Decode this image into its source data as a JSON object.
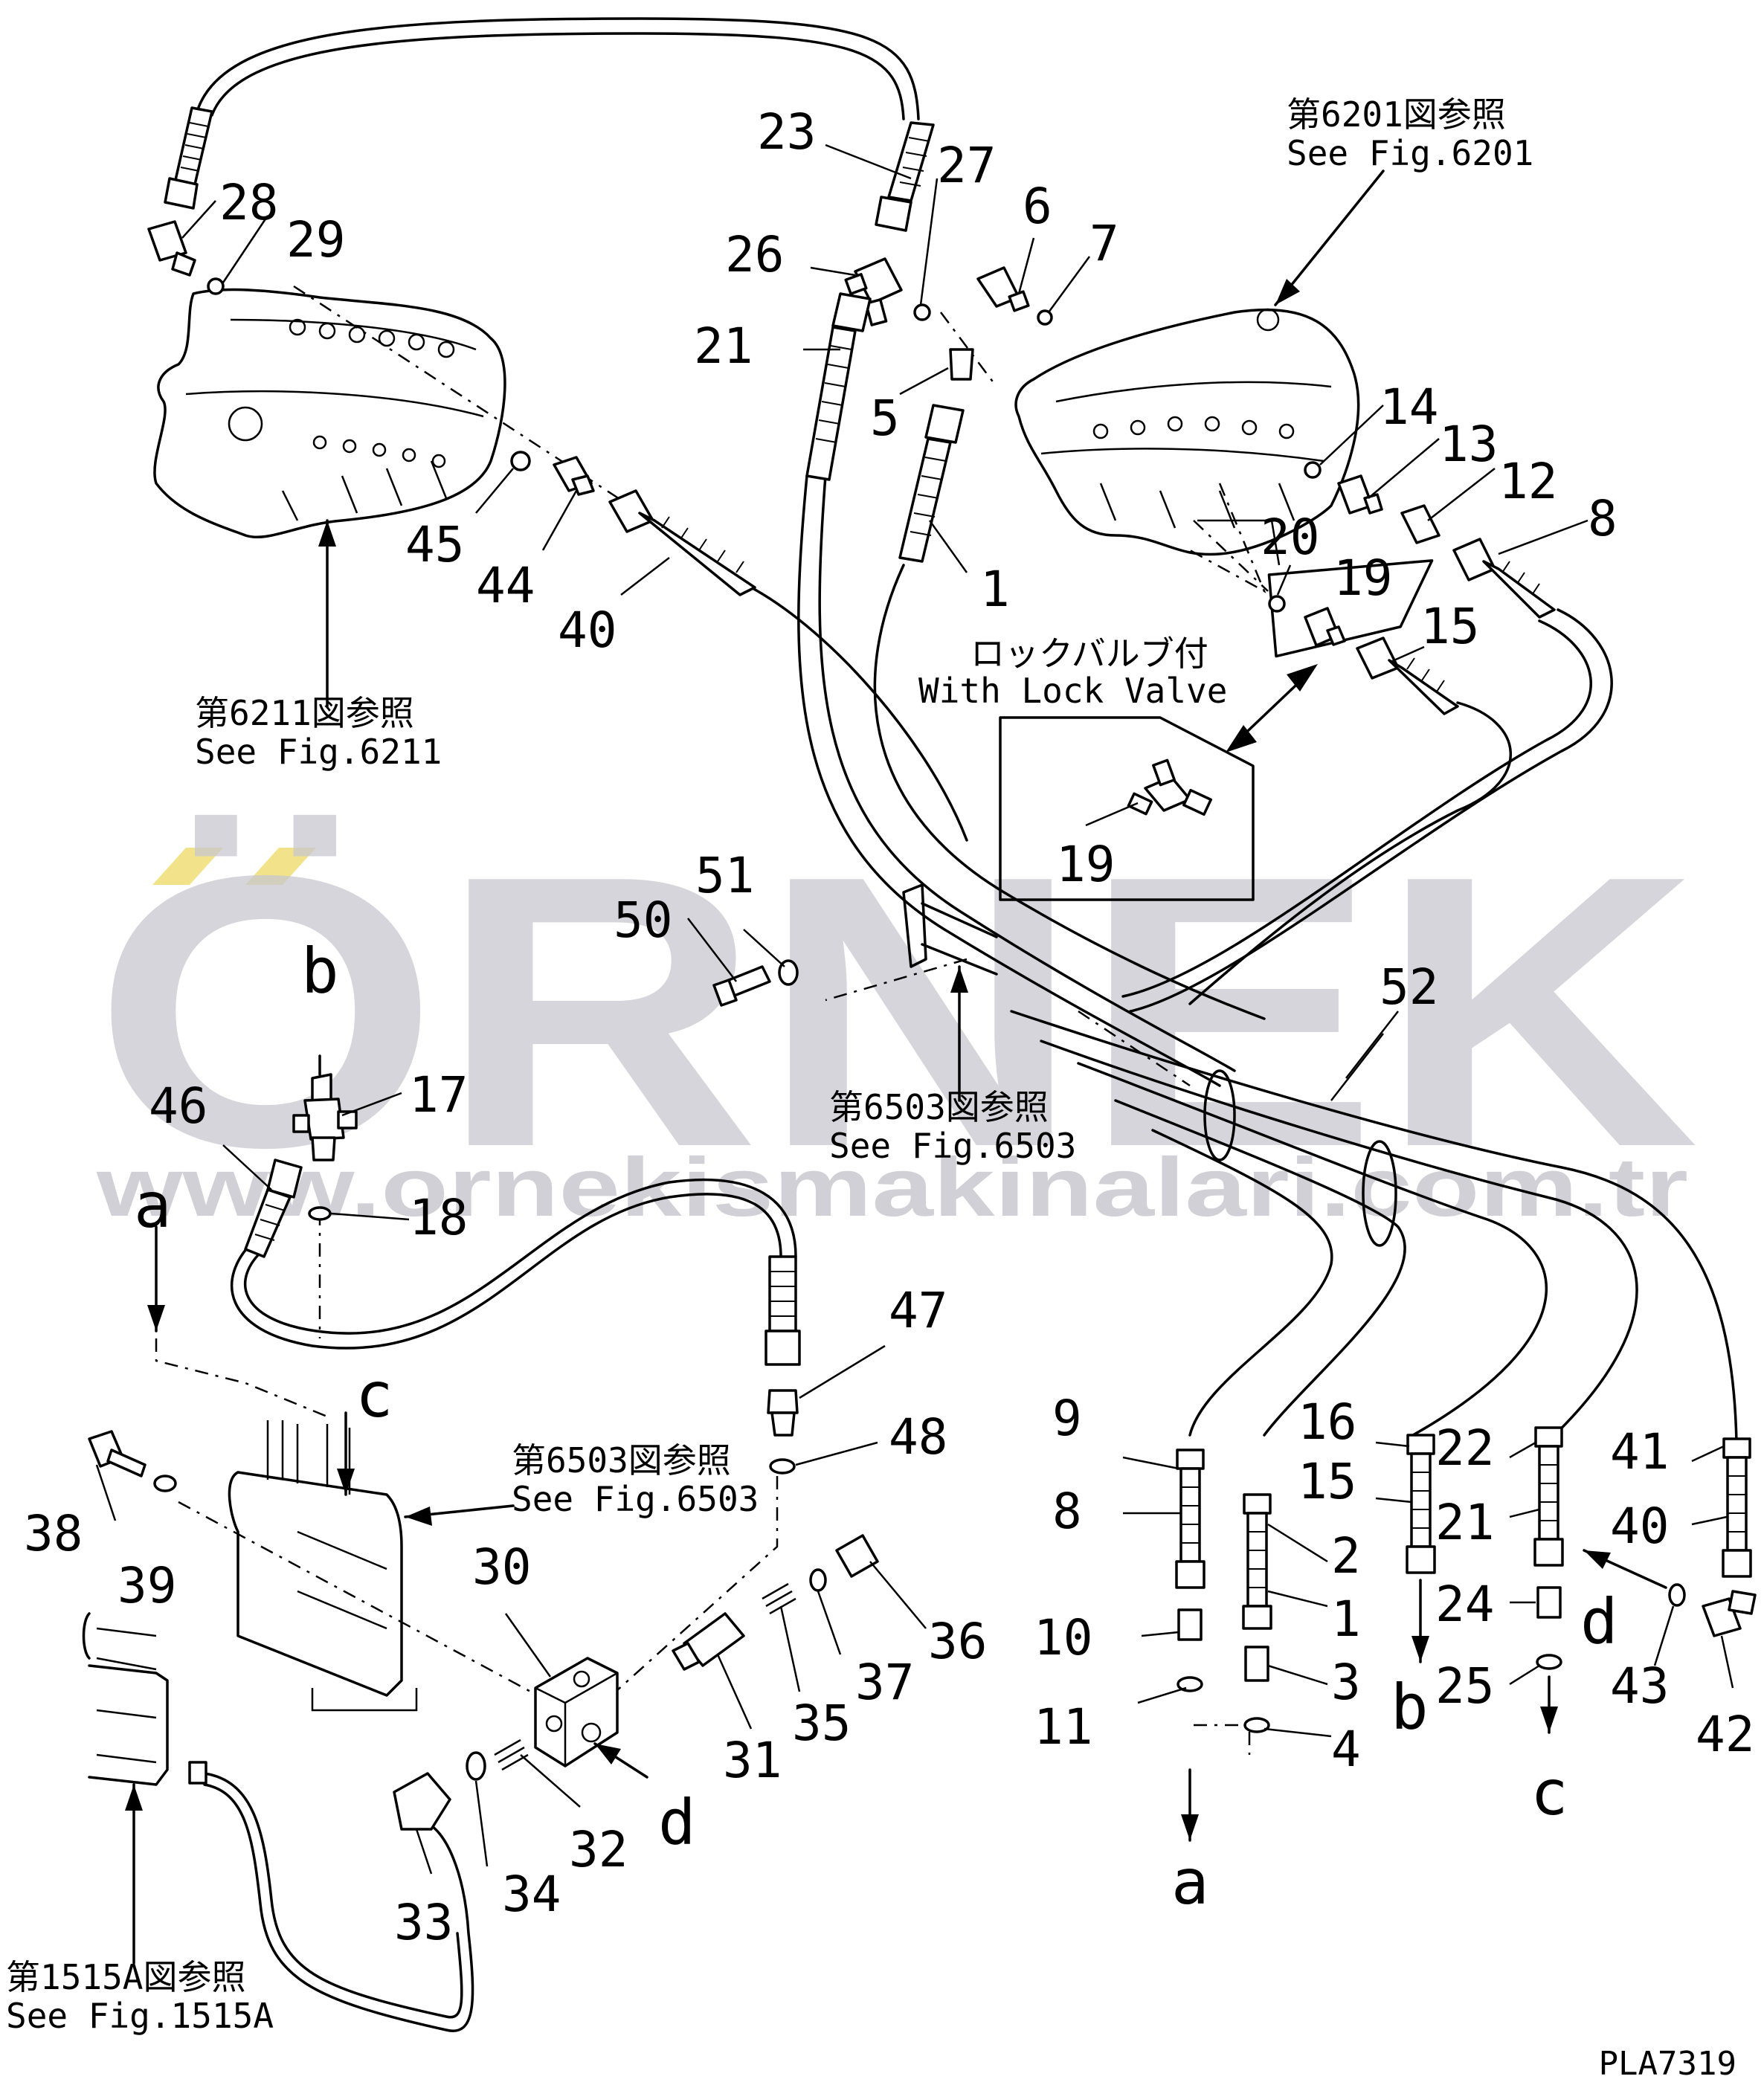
{
  "diagram": {
    "part_numbers": [
      "1",
      "2",
      "3",
      "4",
      "5",
      "6",
      "7",
      "8",
      "9",
      "10",
      "11",
      "12",
      "13",
      "14",
      "15",
      "16",
      "17",
      "18",
      "19",
      "20",
      "21",
      "22",
      "23",
      "24",
      "25",
      "26",
      "27",
      "28",
      "29",
      "30",
      "31",
      "32",
      "33",
      "34",
      "35",
      "36",
      "37",
      "38",
      "39",
      "40",
      "41",
      "42",
      "43",
      "44",
      "45",
      "46",
      "47",
      "48",
      "50",
      "51",
      "52"
    ],
    "connection_letters": [
      "a",
      "b",
      "c",
      "d"
    ],
    "references": {
      "fig6201_jp": "第6201図参照",
      "fig6201_en": "See Fig.6201",
      "fig6211_jp": "第6211図参照",
      "fig6211_en": "See Fig.6211",
      "fig6503_jp": "第6503図参照",
      "fig6503_en": "See Fig.6503",
      "fig1515a_jp": "第1515A図参照",
      "fig1515a_en": "See Fig.1515A",
      "lock_valve_jp": "ロックバルブ付",
      "lock_valve_en": "With Lock Valve"
    },
    "drawing_code": "PLA7319"
  },
  "watermark": {
    "brand": "ÖRNEK",
    "url": "www.ornekismakinalari.com.tr",
    "text_color": "#c8c8d0",
    "accent_color": "#f2e28a"
  }
}
